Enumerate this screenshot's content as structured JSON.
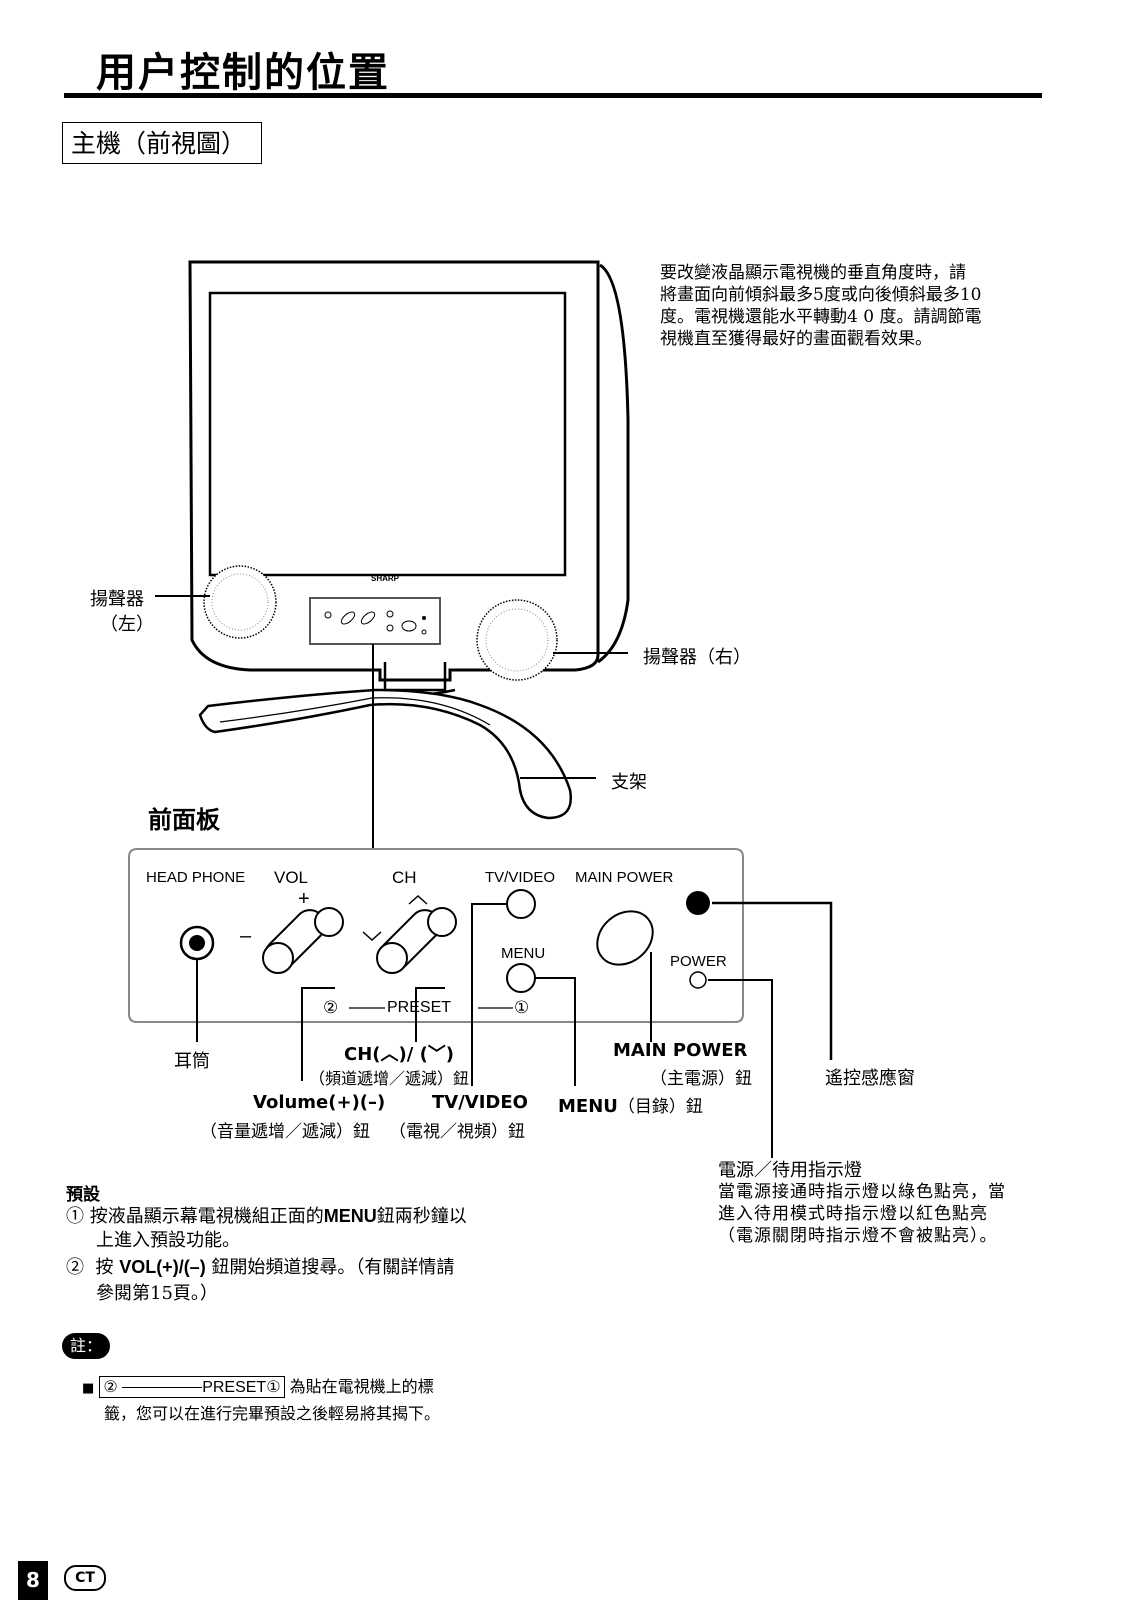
{
  "page": {
    "title": "用户控制的位置",
    "section": "主機（前視圖）"
  },
  "intro": {
    "lines": [
      "要改變液晶顯示電視機的垂直角度時，請",
      "將畫面向前傾斜最多5度或向後傾斜最多10",
      "度。電視機還能水平轉動4 0 度。請調節電",
      "視機直至獲得最好的畫面觀看效果。"
    ]
  },
  "diagram": {
    "brand": "SHARP",
    "speaker_left": [
      "揚聲器",
      "（左）"
    ],
    "speaker_right": "揚聲器（右）",
    "stand": "支架",
    "front_panel_heading": "前面板",
    "panel": {
      "headphone": "HEAD PHONE",
      "vol": "VOL",
      "vol_plus": "+",
      "vol_minus": "–",
      "ch": "CH",
      "ch_up": "︿",
      "ch_down": "﹀",
      "tv_video": "TV/VIDEO",
      "main_power": "MAIN POWER",
      "menu": "MENU",
      "power": "POWER",
      "preset_left": "②",
      "preset_text": "PRESET",
      "preset_right": "①"
    },
    "callouts": {
      "earphone": "耳筒",
      "ch_name": "CH(︿)/ (﹀)",
      "ch_desc": "（頻道遞增／遞減）鈕",
      "volume_name": "Volume(+)(–)",
      "volume_desc": "（音量遞增／遞減）鈕",
      "tvvideo_name": "TV/VIDEO",
      "tvvideo_desc": "（電視／視頻）鈕",
      "menu_name": "MENU",
      "menu_desc": "（目錄）鈕",
      "mainpower_name": "MAIN POWER",
      "mainpower_desc": "（主電源）鈕",
      "remote_window": "遙控感應窗"
    }
  },
  "indicator": {
    "title": "電源／待用指示燈",
    "lines": [
      "當電源接通時指示燈以綠色點亮，當",
      "進入待用模式時指示燈以紅色點亮",
      "（電源關閉時指示燈不會被點亮）。"
    ]
  },
  "preset_section": {
    "heading": "預設",
    "item1_num": "①",
    "item1_pre": "按液晶顯示幕電視機組正面的",
    "item1_bold": "MENU",
    "item1_post": "鈕兩秒鐘以",
    "item1_line2": "上進入預設功能。",
    "item2_num": "②",
    "item2_pre": "按",
    "item2_bold": "VOL(+)/(–)",
    "item2_post": "鈕開始頻道搜尋。（有關詳情請",
    "item2_line2": "參閱第15頁。）"
  },
  "note": {
    "badge": "註：",
    "bullet": "■",
    "label_left": "②",
    "label_text": "PRESET",
    "label_right": "①",
    "text1": "為貼在電視機上的標",
    "text2": "籤，您可以在進行完畢預設之後輕易將其揭下。"
  },
  "footer": {
    "page_number": "8",
    "lang": "CT"
  }
}
